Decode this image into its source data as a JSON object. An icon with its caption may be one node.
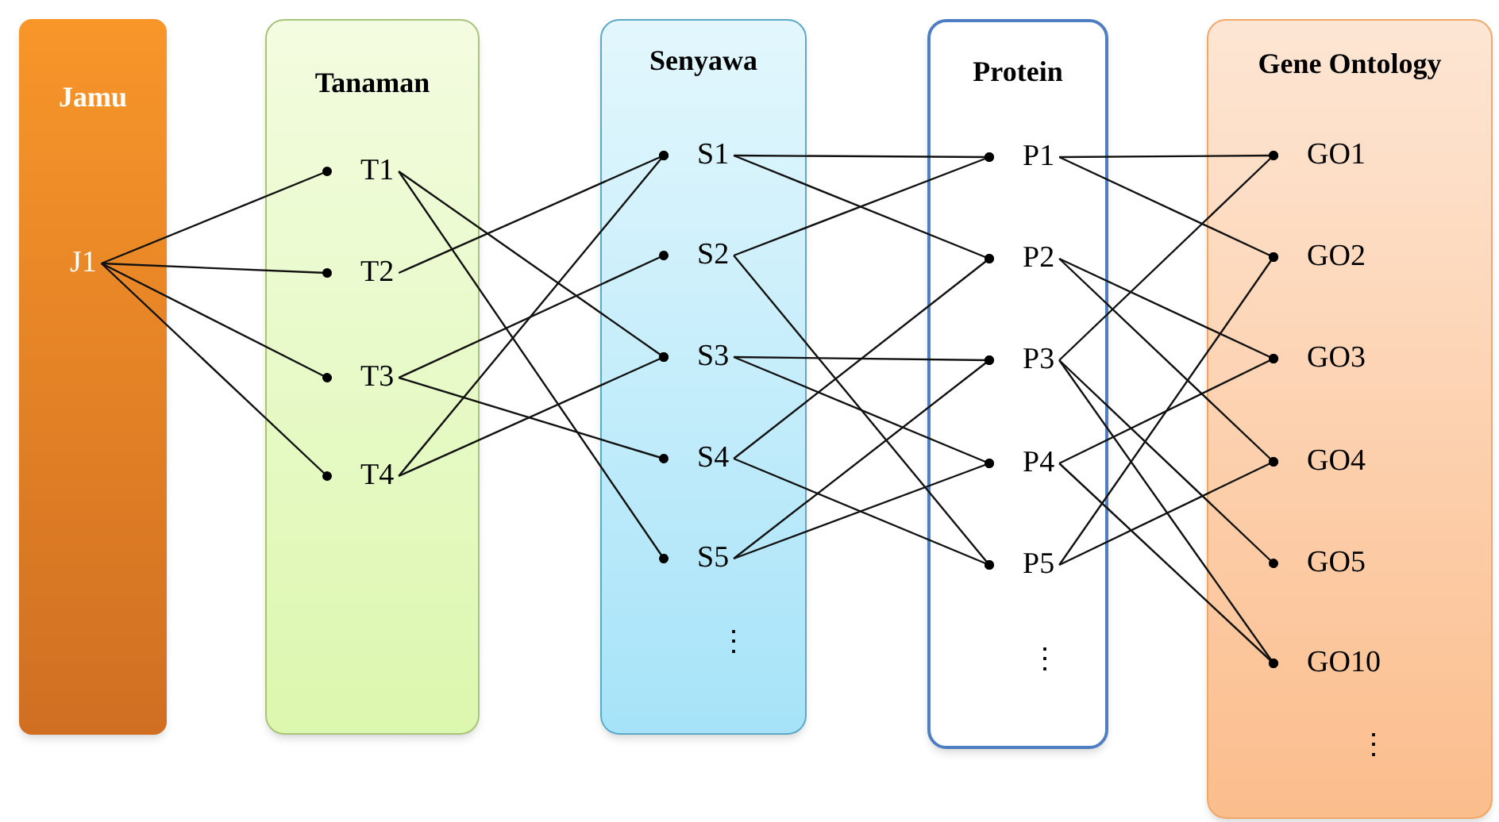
{
  "diagram": {
    "nodes": [
      {
        "text": [
          "Jamu"
        ]
      },
      {
        "text": [
          "J1"
        ],
        "in": 0
      },
      {
        "text": [
          "Tanaman"
        ]
      },
      {
        "text": [
          "T1"
        ],
        "in": 2
      },
      {
        "text": [
          "T2"
        ],
        "in": 2
      },
      {
        "text": [
          "T3"
        ],
        "in": 2
      },
      {
        "text": [
          "T4"
        ],
        "in": 2
      },
      {
        "text": [
          "Senyawa"
        ]
      },
      {
        "text": [
          "S1"
        ],
        "in": 7
      },
      {
        "text": [
          "S2"
        ],
        "in": 7
      },
      {
        "text": [
          "S3"
        ],
        "in": 7
      },
      {
        "text": [
          "S4"
        ],
        "in": 7
      },
      {
        "text": [
          "S5"
        ],
        "in": 7
      },
      {
        "text": [
          "Protein"
        ]
      },
      {
        "text": [
          "P1"
        ],
        "in": 13
      },
      {
        "text": [
          "P2"
        ],
        "in": 13
      },
      {
        "text": [
          "P3"
        ],
        "in": 13
      },
      {
        "text": [
          "P4"
        ],
        "in": 13
      },
      {
        "text": [
          "P5"
        ],
        "in": 13
      },
      {
        "text": [
          "Gene Ontology"
        ]
      },
      {
        "text": [
          "GO1"
        ],
        "in": 19
      },
      {
        "text": [
          "GO2"
        ],
        "in": 19
      },
      {
        "text": [
          "GO3"
        ],
        "in": 19
      },
      {
        "text": [
          "GO4"
        ],
        "in": 19
      },
      {
        "text": [
          "GO5"
        ],
        "in": 19
      },
      {
        "text": [
          "GO10"
        ],
        "in": 19
      }
    ],
    "edges": [
      {
        "from": 1,
        "to": 3,
        "arrow": "other"
      },
      {
        "from": 1,
        "to": 4,
        "arrow": "other"
      },
      {
        "from": 1,
        "to": 5,
        "arrow": "other"
      },
      {
        "from": 1,
        "to": 6,
        "arrow": "other"
      },
      {
        "from": 3,
        "to": 10,
        "arrow": "other"
      },
      {
        "from": 3,
        "to": 12,
        "arrow": "other"
      },
      {
        "from": 4,
        "to": 8,
        "arrow": "other"
      },
      {
        "from": 5,
        "to": 9,
        "arrow": "other"
      },
      {
        "from": 5,
        "to": 11,
        "arrow": "other"
      },
      {
        "from": 6,
        "to": 8,
        "arrow": "other"
      },
      {
        "from": 6,
        "to": 10,
        "arrow": "other"
      },
      {
        "from": 8,
        "to": 14,
        "arrow": "other"
      },
      {
        "from": 8,
        "to": 15,
        "arrow": "other"
      },
      {
        "from": 9,
        "to": 14,
        "arrow": "other"
      },
      {
        "from": 9,
        "to": 18,
        "arrow": "other"
      },
      {
        "from": 10,
        "to": 16,
        "arrow": "other"
      },
      {
        "from": 10,
        "to": 17,
        "arrow": "other"
      },
      {
        "from": 11,
        "to": 15,
        "arrow": "other"
      },
      {
        "from": 11,
        "to": 18,
        "arrow": "other"
      },
      {
        "from": 12,
        "to": 16,
        "arrow": "other"
      },
      {
        "from": 12,
        "to": 17,
        "arrow": "other"
      },
      {
        "from": 14,
        "to": 20,
        "arrow": "other"
      },
      {
        "from": 14,
        "to": 21,
        "arrow": "other"
      },
      {
        "from": 15,
        "to": 22,
        "arrow": "other"
      },
      {
        "from": 15,
        "to": 23,
        "arrow": "other"
      },
      {
        "from": 16,
        "to": 20,
        "arrow": "other"
      },
      {
        "from": 16,
        "to": 24,
        "arrow": "other"
      },
      {
        "from": 16,
        "to": 25,
        "arrow": "other"
      },
      {
        "from": 17,
        "to": 22,
        "arrow": "other"
      },
      {
        "from": 17,
        "to": 25,
        "arrow": "other"
      },
      {
        "from": 18,
        "to": 21,
        "arrow": "other"
      },
      {
        "from": 18,
        "to": 23,
        "arrow": "other"
      }
    ],
    "labels": [
      "⋮",
      "⋮",
      "⋮"
    ]
  }
}
